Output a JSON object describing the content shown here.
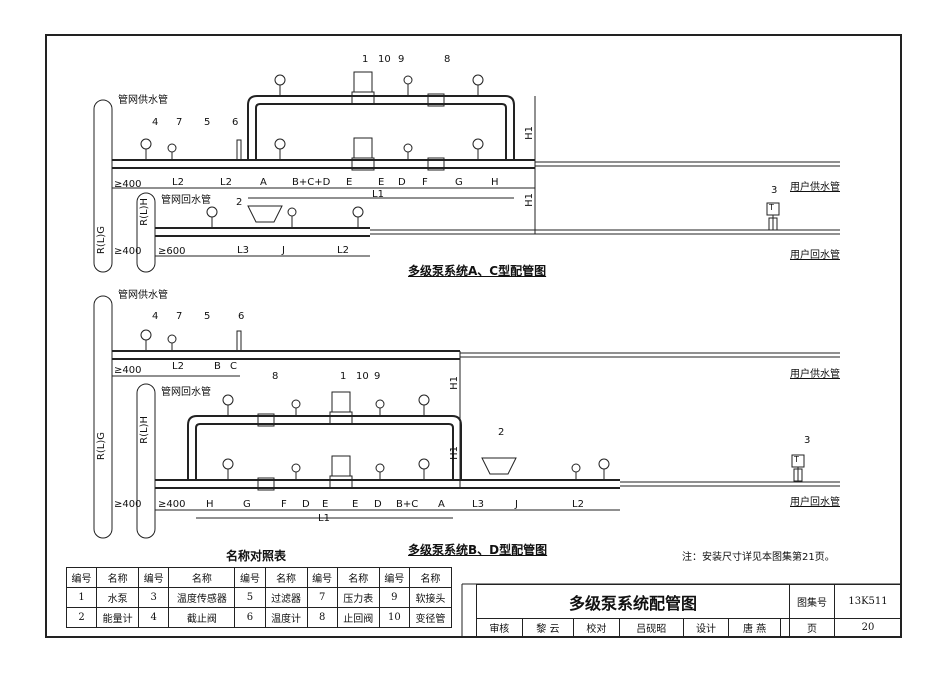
{
  "diagram1": {
    "title": "多级泵系统A、C型配管图",
    "supply_main": "管网供水管",
    "return_main": "管网回水管",
    "user_supply": "用户供水管",
    "user_return": "用户回水管",
    "pipe_g": "R(L)G",
    "pipe_h": "R(L)H",
    "dim_400a": "≥400",
    "dim_400b": "≥400",
    "dim_600": "≥600",
    "h1a": "H1",
    "h1b": "H1",
    "l1": "L1",
    "dims_top": [
      "L2",
      "L2",
      "A",
      "B+C+D",
      "E",
      "E",
      "D",
      "F",
      "G",
      "H"
    ],
    "dims_bottom": [
      "L3",
      "J",
      "L2"
    ],
    "callouts": [
      "1",
      "10",
      "9",
      "8",
      "4",
      "7",
      "5",
      "6",
      "2",
      "3"
    ],
    "sensor": "T"
  },
  "diagram2": {
    "title": "多级泵系统B、D型配管图",
    "supply_main": "管网供水管",
    "return_main": "管网回水管",
    "user_supply": "用户供水管",
    "user_return": "用户回水管",
    "pipe_g": "R(L)G",
    "pipe_h": "R(L)H",
    "dim_400a": "≥400",
    "dim_400b": "≥400",
    "dim_400c": "≥400",
    "h1a": "H1",
    "h1b": "H1",
    "l1": "L1",
    "dims_top": [
      "L2",
      "B",
      "C"
    ],
    "dims_bottom": [
      "H",
      "G",
      "F",
      "D",
      "E",
      "E",
      "D",
      "B+C",
      "A",
      "L3",
      "J",
      "L2"
    ],
    "callouts": [
      "4",
      "7",
      "5",
      "6",
      "8",
      "1",
      "10",
      "9",
      "2",
      "3"
    ],
    "sensor": "T"
  },
  "note": "注：安装尺寸详见本图集第21页。",
  "legend": {
    "caption": "名称对照表",
    "h_num": "编号",
    "h_name": "名称",
    "rows": [
      [
        [
          "1",
          "水泵"
        ],
        [
          "3",
          "温度传感器"
        ],
        [
          "5",
          "过滤器"
        ],
        [
          "7",
          "压力表"
        ],
        [
          "9",
          "软接头"
        ]
      ],
      [
        [
          "2",
          "能量计"
        ],
        [
          "4",
          "截止阀"
        ],
        [
          "6",
          "温度计"
        ],
        [
          "8",
          "止回阀"
        ],
        [
          "10",
          "变径管"
        ]
      ]
    ]
  },
  "titleblock": {
    "drawing_title": "多级泵系统配管图",
    "atlas_label": "图集号",
    "atlas_no": "13K511",
    "page_label": "页",
    "page_no": "20",
    "review_label": "审核",
    "reviewer": "黎 云",
    "check_label": "校对",
    "checker": "吕砚昭",
    "design_label": "设计",
    "designer": "唐 燕"
  }
}
